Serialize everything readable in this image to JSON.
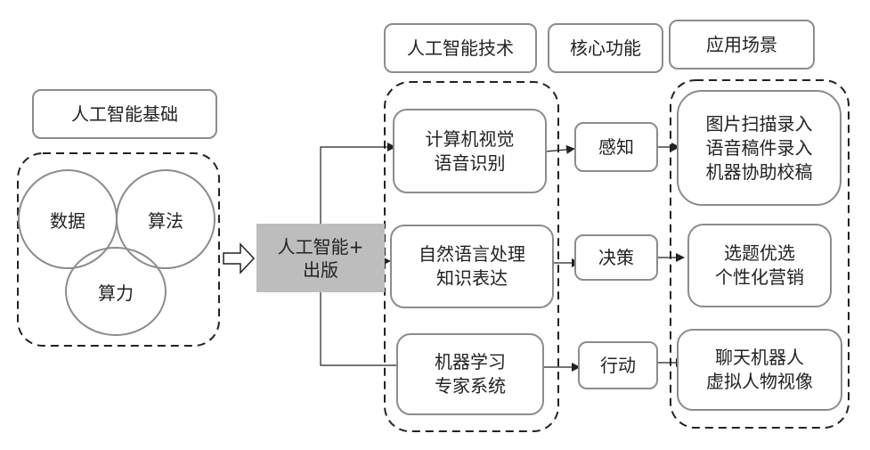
{
  "headers": {
    "foundation": "人工智能基础",
    "technology": "人工智能技术",
    "core_function": "核心功能",
    "application": "应用场景"
  },
  "foundation_items": [
    "数据",
    "算法",
    "算力"
  ],
  "center": {
    "label": "人工智能+\n出版"
  },
  "technologies": [
    {
      "label": "计算机视觉\n语音识别"
    },
    {
      "label": "自然语言处理\n知识表达"
    },
    {
      "label": "机器学习\n专家系统"
    }
  ],
  "functions": [
    {
      "label": "感知"
    },
    {
      "label": "决策"
    },
    {
      "label": "行动"
    }
  ],
  "applications": [
    {
      "label": "图片扫描录入\n语音稿件录入\n机器协助校稿"
    },
    {
      "label": "选题优选\n个性化营销"
    },
    {
      "label": "聊天机器人\n虚拟人物视像"
    }
  ],
  "colors": {
    "center_fill": "#bdbdbd",
    "box_border": "#8c8c8c",
    "line": "#222222"
  }
}
